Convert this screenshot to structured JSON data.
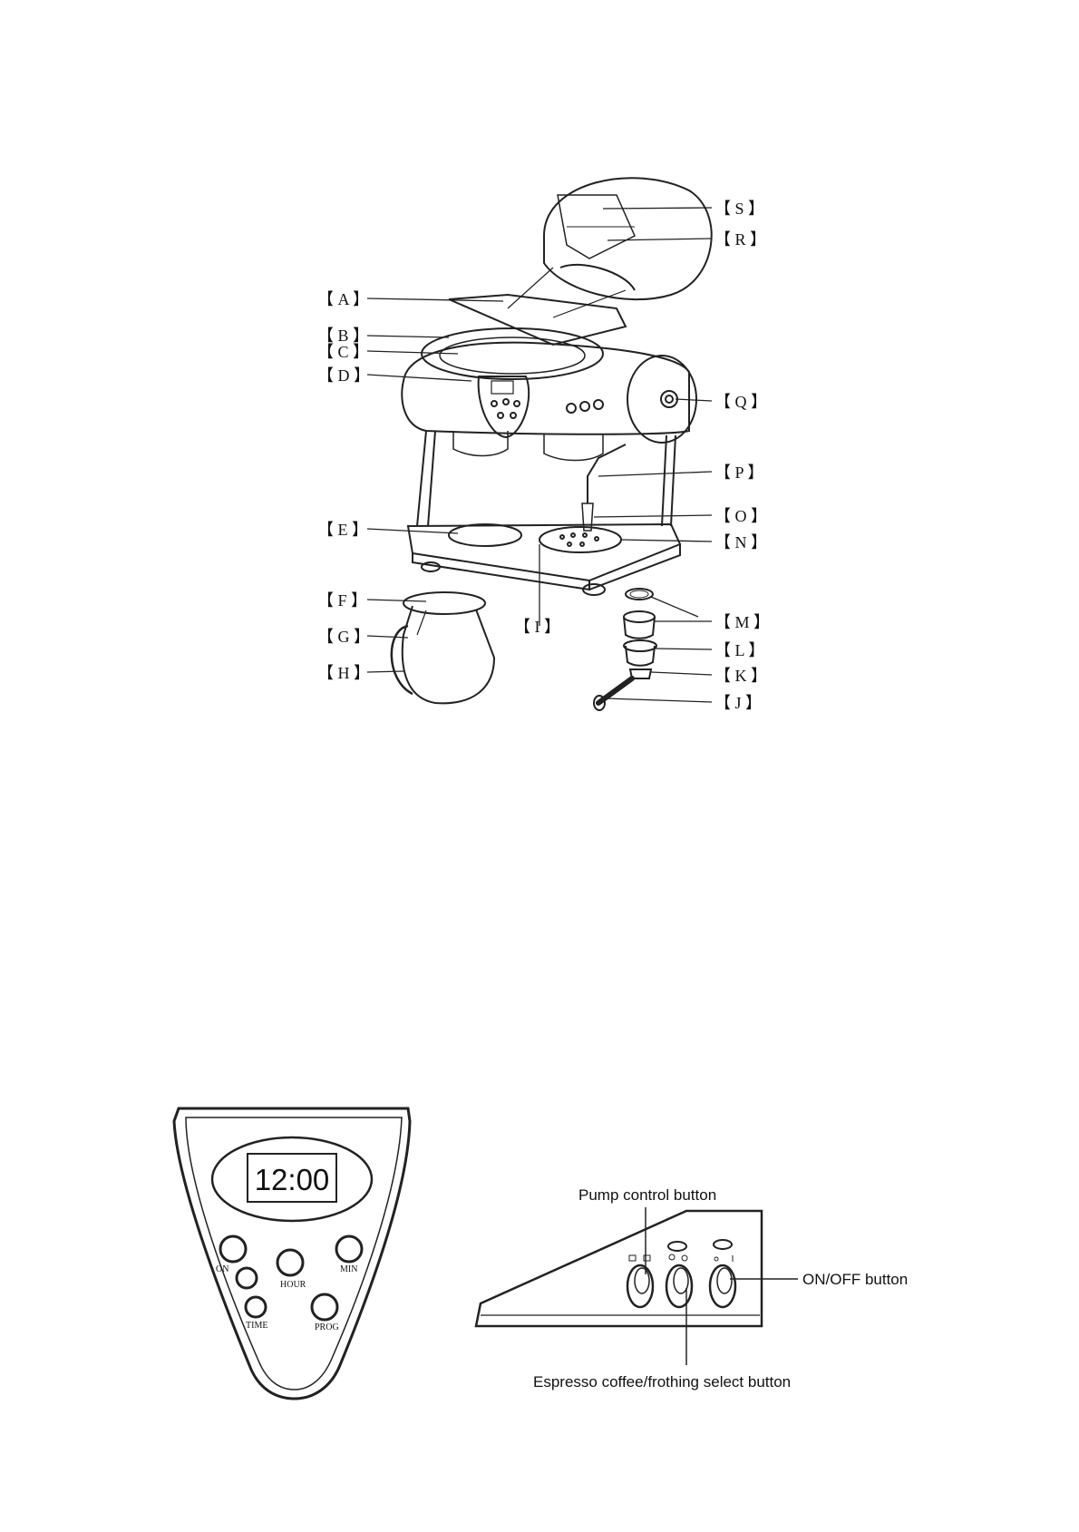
{
  "labels": {
    "A": "【 A 】",
    "B": "【 B 】",
    "C": "【 C 】",
    "D": "【 D 】",
    "E": "【 E 】",
    "F": "【 F 】",
    "G": "【 G 】",
    "H": "【 H 】",
    "I": "【 I 】",
    "J": "【 J 】",
    "K": "【 K 】",
    "L": "【 L 】",
    "M": "【 M 】",
    "N": "【 N 】",
    "O": "【 O 】",
    "P": "【 P 】",
    "Q": "【 Q 】",
    "R": "【 R 】",
    "S": "【 S 】"
  },
  "control_panel": {
    "display_time": "12:00",
    "buttons": {
      "on": "ON",
      "hour": "HOUR",
      "min": "MIN",
      "time": "TIME",
      "prog": "PROG"
    }
  },
  "side_panel": {
    "pump_control": "Pump control button",
    "on_off": "ON/OFF button",
    "espresso_select": "Espresso coffee/frothing select button"
  }
}
